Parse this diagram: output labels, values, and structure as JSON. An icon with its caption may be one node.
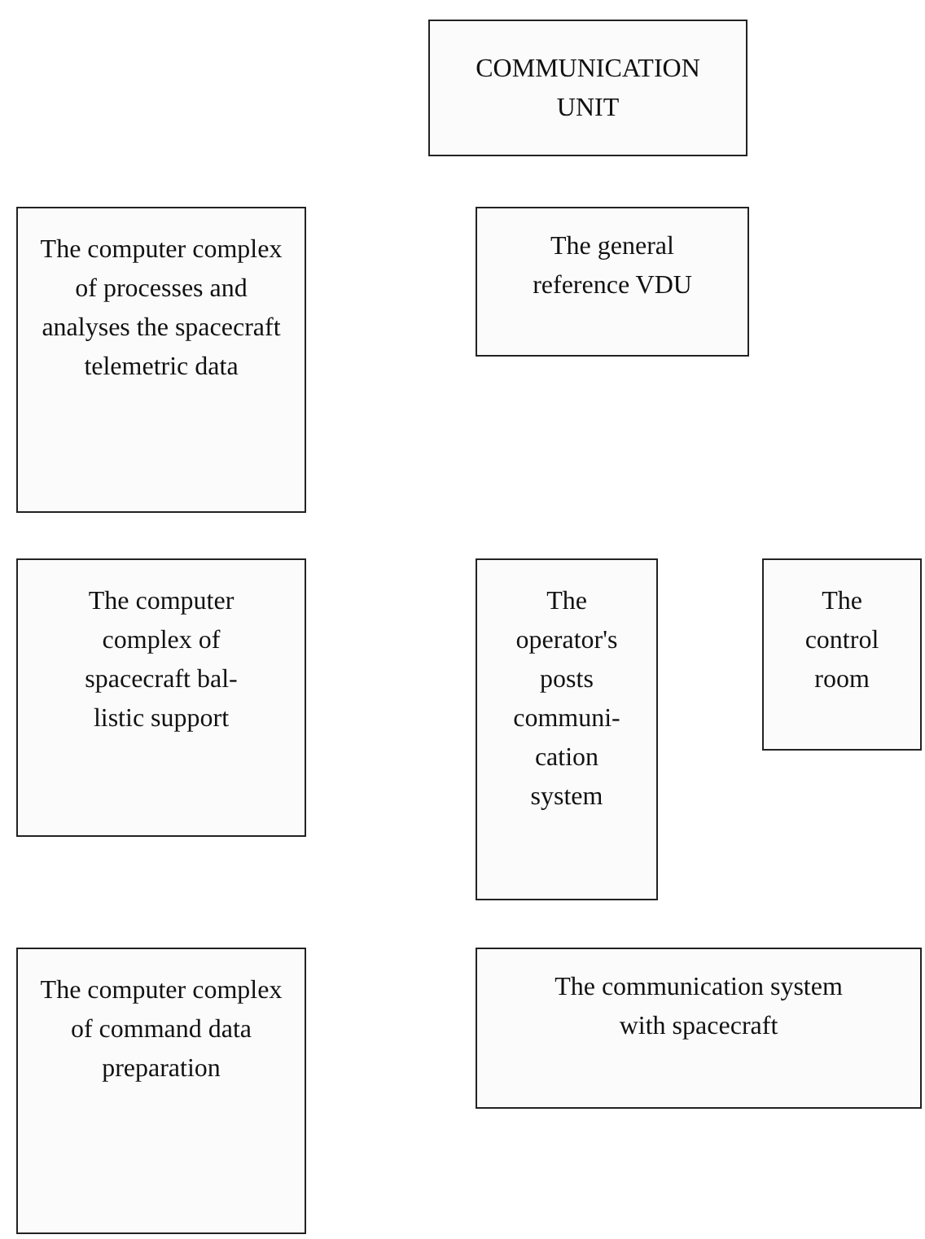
{
  "diagram": {
    "nodes": [
      {
        "text": [
          "COMMUNICATION UNIT"
        ]
      },
      {
        "text": [
          "The computer complex of processes and analyses the spacecraft telemetric data"
        ]
      },
      {
        "text": [
          "The general reference VDU"
        ]
      },
      {
        "text": [
          "The computer complex of spacecraft bal- listic support"
        ]
      },
      {
        "text": [
          "The operator's posts communi- cation system"
        ]
      },
      {
        "text": [
          "The control room"
        ]
      },
      {
        "text": [
          "The computer complex of command data preparation"
        ]
      },
      {
        "text": [
          "The communication system with spacecraft"
        ]
      }
    ]
  }
}
